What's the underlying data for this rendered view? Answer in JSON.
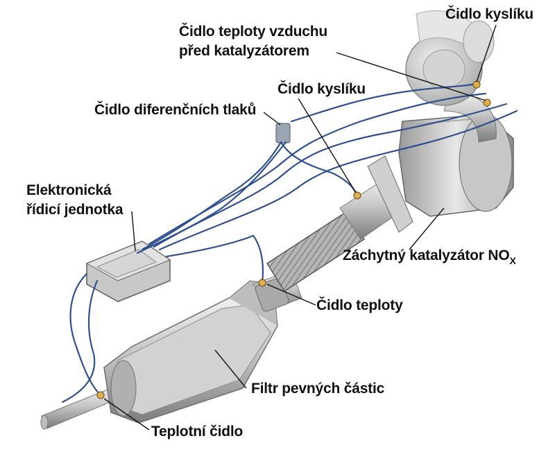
{
  "labels": {
    "oxygen_sensor_top": "Čidlo kyslíku",
    "air_temp_sensor_line1": "Čidlo teploty vzduchu",
    "air_temp_sensor_line2": "před katalyzátorem",
    "oxygen_sensor_mid": "Čidlo kyslíku",
    "diff_pressure_sensor": "Čidlo diferenčních tlaků",
    "ecu_line1": "Elektronická",
    "ecu_line2": "řídicí jednotka",
    "nox_catalyst": "Záchytný katalyzátor NO",
    "nox_catalyst_subscript": "X",
    "temp_sensor": "Čidlo teploty",
    "particle_filter": "Filtr pevných částic",
    "temp_sensor_bottom": "Teplotní čidlo"
  },
  "colors": {
    "wire": "#2f4f8f",
    "metal_light": "#e4e4e4",
    "metal_dark": "#8a8a8a",
    "label_text": "#111111"
  }
}
